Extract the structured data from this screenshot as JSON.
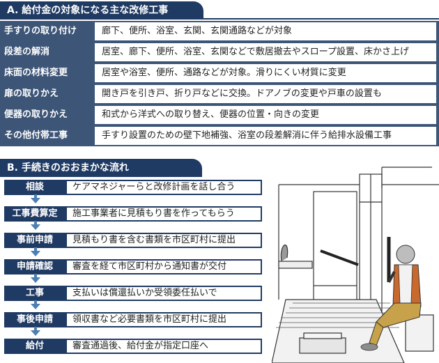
{
  "section_a": {
    "title": "A. 給付金の対象になる主な改修工事",
    "rows": [
      {
        "label": "手すりの取り付け",
        "text": "廊下、便所、浴室、玄関、玄関通路などが対象"
      },
      {
        "label": "段差の解消",
        "text": "居室、廊下、便所、浴室、玄関などで敷居撤去やスロープ設置、床かさ上げ"
      },
      {
        "label": "床面の材料変更",
        "text": "居室や浴室、便所、通路などが対象。滑りにくい材質に変更"
      },
      {
        "label": "扉の取りかえ",
        "text": "開き戸を引き戸、折り戸などに交換。ドアノブの変更や戸車の設置も"
      },
      {
        "label": "便器の取りかえ",
        "text": "和式から洋式への取り替え、便器の位置・向きの変更"
      },
      {
        "label": "その他付帯工事",
        "text": "手すり設置のための壁下地補強、浴室の段差解消に伴う給排水設備工事"
      }
    ]
  },
  "section_b": {
    "title": "B. 手続きのおおまかな流れ",
    "steps": [
      {
        "label": "相談",
        "text": "ケアマネジャーらと改修計画を話し合う"
      },
      {
        "label": "工事費算定",
        "text": "施工事業者に見積もり書を作ってもらう"
      },
      {
        "label": "事前申請",
        "text": "見積もり書を含む書類を市区町村に提出"
      },
      {
        "label": "申請確認",
        "text": "審査を経て市区町村から通知書が交付"
      },
      {
        "label": "工事",
        "text": "支払いは償還払いか受領委任払いで"
      },
      {
        "label": "事後申請",
        "text": "領収書など必要書類を市区町村に提出"
      },
      {
        "label": "給付",
        "text": "審査通過後、給付金が指定口座へ"
      }
    ]
  },
  "colors": {
    "navy": "#1f3a63",
    "slate": "#3d5577",
    "arrow": "#4d7fb3"
  }
}
